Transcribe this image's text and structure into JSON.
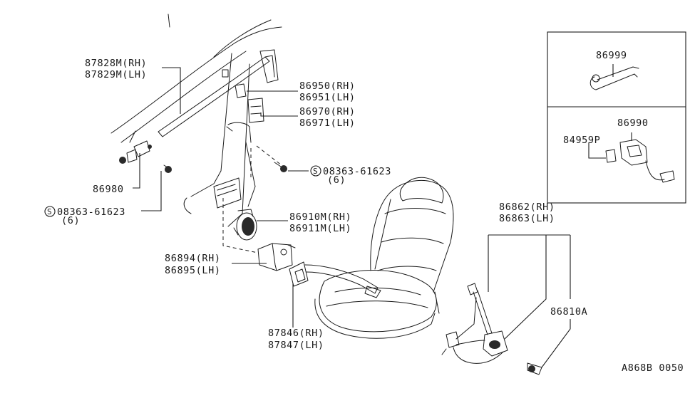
{
  "labels": {
    "l87828": "87828M(RH)",
    "l87829": "87829M(LH)",
    "l86980": "86980",
    "screw_left": "08363-61623",
    "screw_left_qty": "(6)",
    "l86950": "86950(RH)",
    "l86951": "86951(LH)",
    "l86970": "86970(RH)",
    "l86971": "86971(LH)",
    "screw_mid": "08363-61623",
    "screw_mid_qty": "(6)",
    "l86910": "86910M(RH)",
    "l86911": "86911M(LH)",
    "l86894": "86894(RH)",
    "l86895": "86895(LH)",
    "l87846": "87846(RH)",
    "l87847": "87847(LH)",
    "l86862": "86862(RH)",
    "l86863": "86863(LH)",
    "l86810": "86810A",
    "l86999": "86999",
    "l86990": "86990",
    "l84959": "84959P",
    "diagram_code": "A868B 0050"
  },
  "symbols": {
    "screw_marker": "S"
  }
}
